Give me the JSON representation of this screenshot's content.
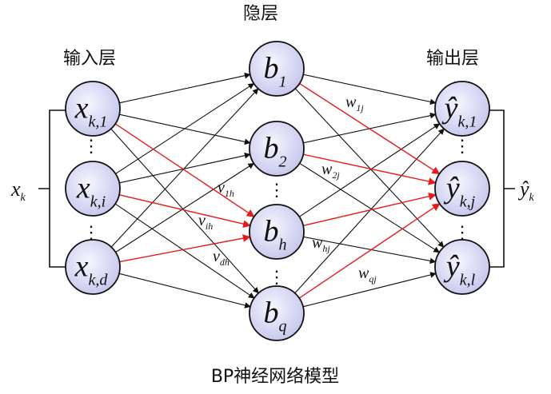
{
  "title": "BP神经网络模型",
  "layers": {
    "input": "输入层",
    "hidden": "隐层",
    "output": "输出层"
  },
  "input_nodes": [
    {
      "main": "x",
      "sub": "k,1"
    },
    {
      "main": "x",
      "sub": "k,i"
    },
    {
      "main": "x",
      "sub": "k,d"
    }
  ],
  "hidden_nodes": [
    {
      "main": "b",
      "sub": "1"
    },
    {
      "main": "b",
      "sub": "2"
    },
    {
      "main": "b",
      "sub": "h"
    },
    {
      "main": "b",
      "sub": "q"
    }
  ],
  "output_nodes": [
    {
      "main": "ŷ",
      "sub": "k,1"
    },
    {
      "main": "ŷ",
      "sub": "k,j"
    },
    {
      "main": "ŷ",
      "sub": "k,l"
    }
  ],
  "brace_labels": {
    "input": {
      "main": "x",
      "sub": "k"
    },
    "output": {
      "main": "ŷ",
      "sub": "k"
    }
  },
  "weights_input_hidden": [
    {
      "main": "v",
      "sub": "1h"
    },
    {
      "main": "v",
      "sub": "ih"
    },
    {
      "main": "v",
      "sub": "dh"
    }
  ],
  "weights_hidden_output": [
    {
      "main": "w",
      "sub": "1j"
    },
    {
      "main": "w",
      "sub": "2j"
    },
    {
      "main": "w",
      "sub": "hj"
    },
    {
      "main": "w",
      "sub": "qj"
    }
  ],
  "colors": {
    "node_fill_center": "#f4f4ff",
    "node_fill_edge": "#c9c9ee",
    "node_stroke": "#111111",
    "edge": "#111111",
    "highlight_edge": "#e8191b"
  }
}
